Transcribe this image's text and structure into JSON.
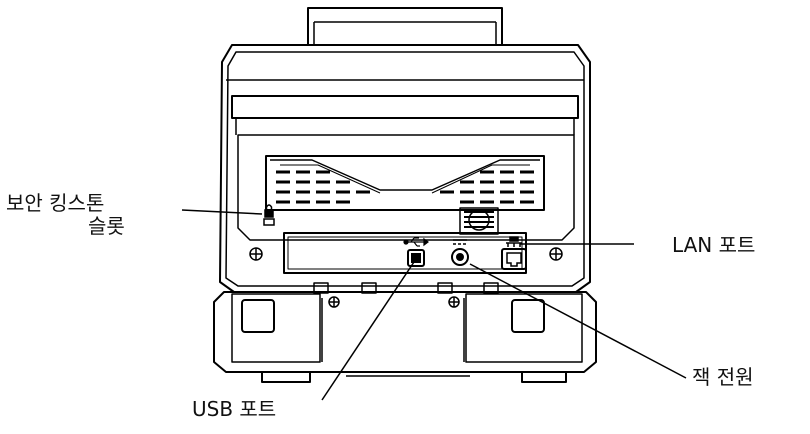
{
  "callouts": {
    "security_slot_line1": "보안 킹스톤",
    "security_slot_line2": "슬롯",
    "lan_port": "LAN 포트",
    "power_jack": "잭 전원",
    "usb_port": "USB 포트"
  },
  "icons": [
    "usb-icon",
    "power-jack-icon",
    "lan-port-icon",
    "lock-icon"
  ]
}
